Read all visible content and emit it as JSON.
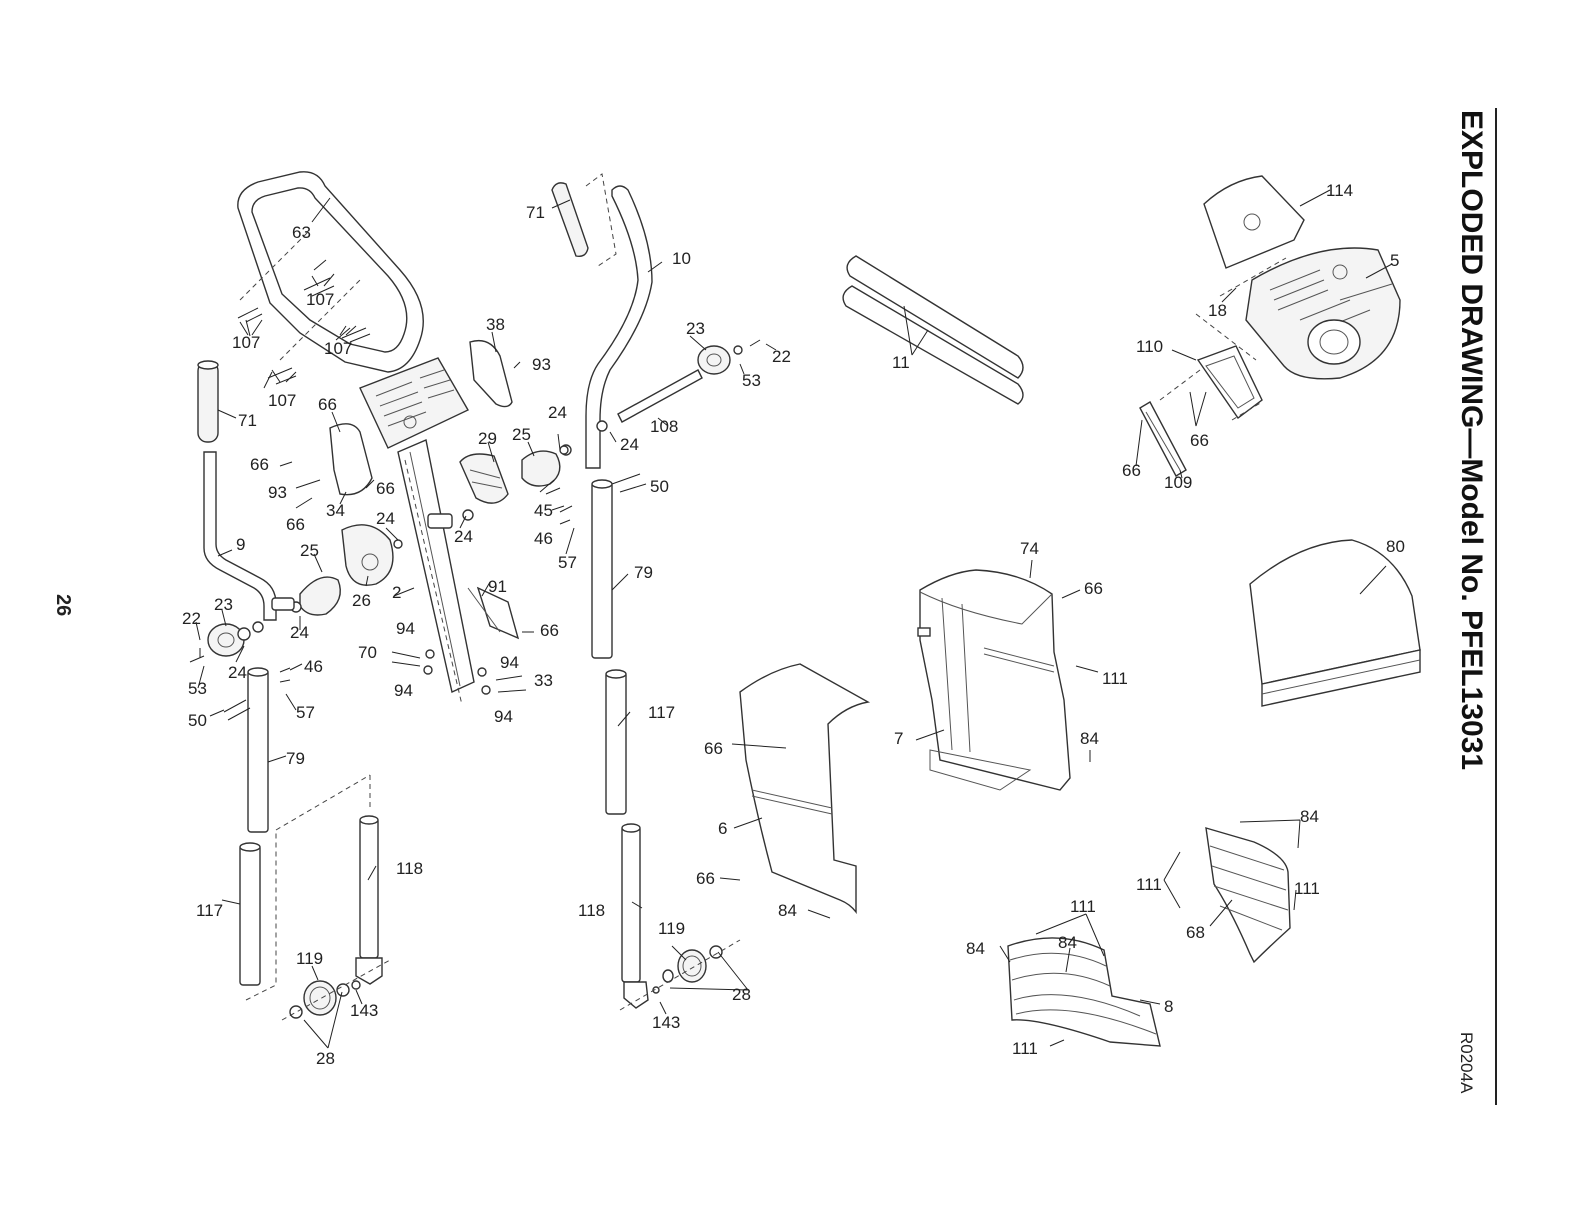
{
  "page": {
    "title": "EXPLODED DRAWING—Model No. PFEL13031",
    "page_number": "26",
    "drawing_code": "R0204A"
  },
  "callouts": {
    "c63": "63",
    "c107a": "107",
    "c107b": "107",
    "c107c": "107",
    "c107d": "107",
    "c71a": "71",
    "c71b": "71",
    "c10": "10",
    "c38": "38",
    "c93a": "93",
    "c93b": "93",
    "c23a": "23",
    "c23b": "23",
    "c22a": "22",
    "c22b": "22",
    "c53a": "53",
    "c53b": "53",
    "c108": "108",
    "c24a": "24",
    "c24b": "24",
    "c24c": "24",
    "c24d": "24",
    "c24e": "24",
    "c24f": "24",
    "c25a": "25",
    "c25b": "25",
    "c29": "29",
    "c66a": "66",
    "c66b": "66",
    "c66c": "66",
    "c66d": "66",
    "c66e": "66",
    "c66f": "66",
    "c66g": "66",
    "c66h": "66",
    "c66i": "66",
    "c66j": "66",
    "c34": "34",
    "c9": "9",
    "c26": "26",
    "c2": "2",
    "c45": "45",
    "c46a": "46",
    "c46b": "46",
    "c57a": "57",
    "c57b": "57",
    "c50a": "50",
    "c50b": "50",
    "c79a": "79",
    "c79b": "79",
    "c91": "91",
    "c94a": "94",
    "c94b": "94",
    "c94c": "94",
    "c94d": "94",
    "c70": "70",
    "c33": "33",
    "c117a": "117",
    "c117b": "117",
    "c118a": "118",
    "c118b": "118",
    "c119a": "119",
    "c119b": "119",
    "c143a": "143",
    "c143b": "143",
    "c28a": "28",
    "c28b": "28",
    "c6": "6",
    "c84a": "84",
    "c84b": "84",
    "c84c": "84",
    "c84d": "84",
    "c84e": "84",
    "c11": "11",
    "c74": "74",
    "c7": "7",
    "c111a": "111",
    "c111b": "111",
    "c111c": "111",
    "c111d": "111",
    "c111e": "111",
    "c8": "8",
    "c68": "68",
    "c80": "80",
    "c114": "114",
    "c5": "5",
    "c18": "18",
    "c110": "110",
    "c109": "109"
  }
}
